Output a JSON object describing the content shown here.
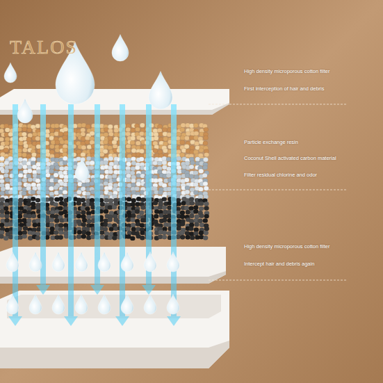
{
  "diagram": {
    "labels": [
      "TALOS",
      "High density microporous cotton filter",
      "First interception of hair and debris",
      "Particle exchange resin",
      "Coconut Shell activated carbon material",
      "Filter residual chlorine and odor",
      "High density microporous cotton filter",
      "Intercept hair and debris again"
    ]
  }
}
